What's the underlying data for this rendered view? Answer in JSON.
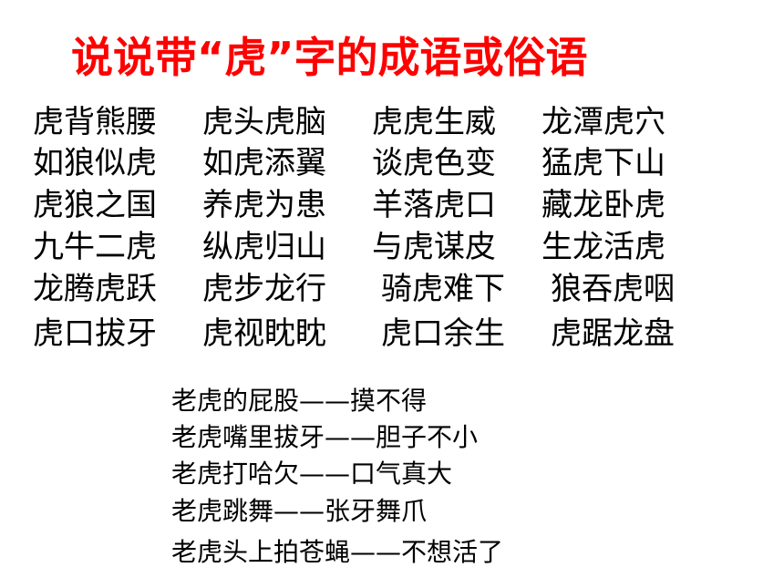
{
  "title": "说说带“虎”字的成语或俗语",
  "idiom_rows": [
    [
      "虎背熊腰",
      "虎头虎脑",
      "虎虎生威",
      "龙潭虎穴"
    ],
    [
      "如狼似虎",
      "如虎添翼",
      "谈虎色变",
      "猛虎下山"
    ],
    [
      "虎狼之国",
      "养虎为患",
      "羊落虎口",
      "藏龙卧虎"
    ],
    [
      "九牛二虎",
      "纵虎归山",
      "与虎谋皮",
      "生龙活虎"
    ],
    [
      "龙腾虎跃",
      "虎步龙行",
      "骑虎难下",
      "狼吞虎咽"
    ],
    [
      "虎口拔牙",
      "虎视眈眈",
      "虎口余生",
      "虎踞龙盘"
    ]
  ],
  "sayings": [
    "老虎的屁股——摸不得",
    "老虎嘴里拔牙——胆子不小",
    "老虎打哈欠——口气真大",
    "老虎跳舞——张牙舞爪",
    "老虎头上拍苍蝇——不想活了"
  ]
}
